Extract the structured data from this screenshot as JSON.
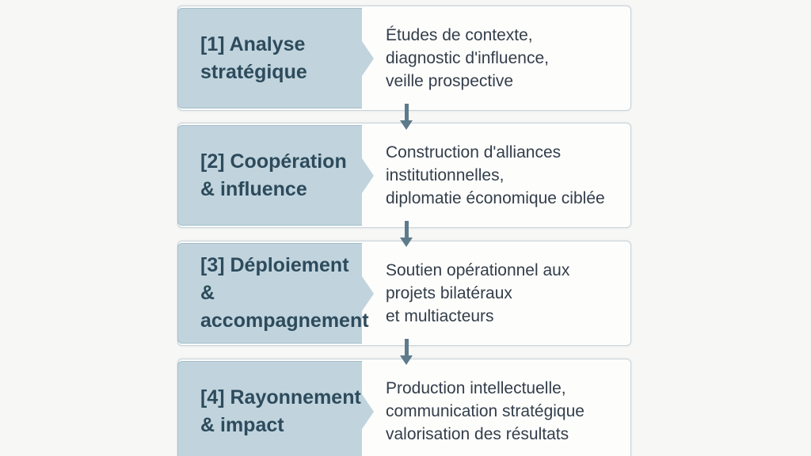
{
  "diagram": {
    "type": "vertical-process-flow",
    "language": "fr",
    "colors": {
      "page_background": "#f7f7f5",
      "card_background": "#fdfdfc",
      "card_border": "#c9d4da",
      "label_box_fill": "#c1d4dd",
      "label_text": "#2d4b5c",
      "description_text": "#333e4a",
      "flow_arrow": "#5e7b8b"
    },
    "steps": [
      {
        "id": "1",
        "label": "[1] Analyse\nstratégique",
        "description": "Études de contexte,\ndiagnostic d'influence,\nveille prospective"
      },
      {
        "id": "2",
        "label": "[2] Coopération\n& influence",
        "description": "Construction d'alliances\ninstitutionnelles,\ndiplomatie économique ciblée"
      },
      {
        "id": "3",
        "label": "[3] Déploiement\n& accompagnement",
        "description": "Soutien opérationnel aux\nprojets bilatéraux\net multiacteurs"
      },
      {
        "id": "4",
        "label": "[4] Rayonnement\n& impact",
        "description": "Production intellectuelle,\ncommunication stratégique\nvalorisation des résultats"
      }
    ]
  }
}
